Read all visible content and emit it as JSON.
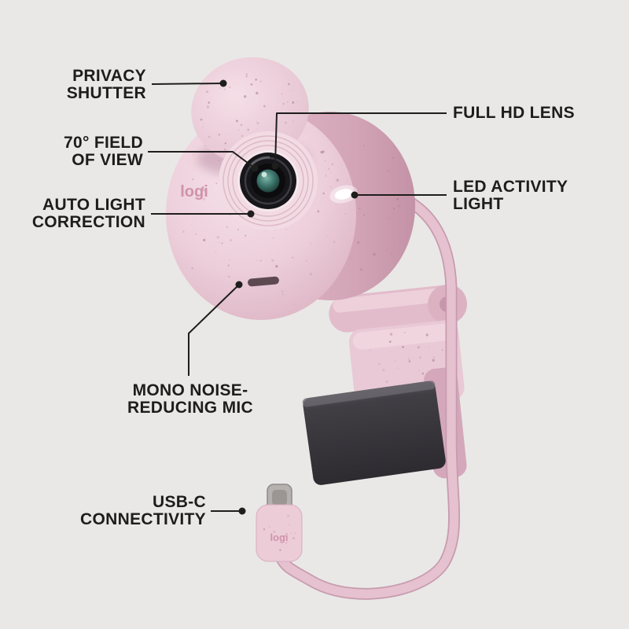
{
  "diagram": {
    "title": "webcam-feature-callout-diagram",
    "product": "compact rose webcam with privacy shutter and monitor clip"
  },
  "brand": {
    "logo_body": "logi",
    "logo_connector": "logi"
  },
  "callouts": {
    "privacy_shutter": "PRIVACY\nSHUTTER",
    "full_hd_lens": "FULL HD LENS",
    "field_of_view": "70° FIELD\nOF VIEW",
    "auto_light_correction": "AUTO LIGHT\nCORRECTION",
    "led_activity_light": "LED ACTIVITY\nLIGHT",
    "mono_mic": "MONO NOISE-\nREDUCING MIC",
    "usb_c": "USB-C\nCONNECTIVITY"
  },
  "colors": {
    "background": "#e9e8e6",
    "label_text": "#1d1d1b",
    "callout_line": "#1e1e1c",
    "body_rose": "#edcfdb",
    "body_rose_dark": "#d2a4b6",
    "cable_rose": "#e6c1cf",
    "lens_glass_teal": "#3f7a70",
    "lens_black": "#17161a",
    "clip_plate_gray": "#3a383b",
    "led_white": "#ffffff",
    "logo_rose": "#cf93a8"
  }
}
